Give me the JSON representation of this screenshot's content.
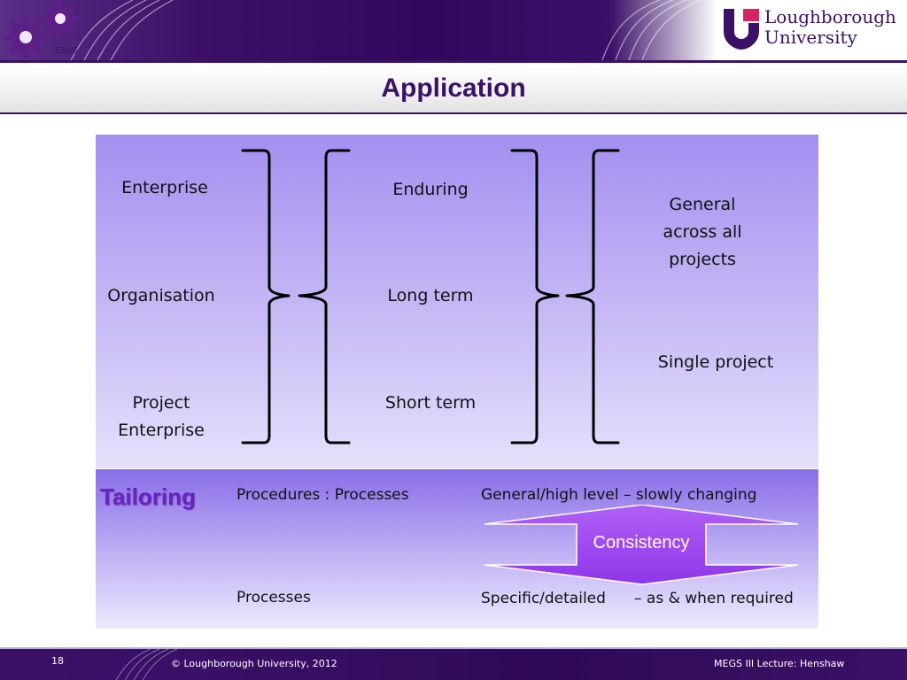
{
  "header": {
    "badge": "ESoS",
    "university_line1": "Loughborough",
    "university_line2": "University",
    "colors": {
      "brand": "#3b1066",
      "logo_square": "#d6245c"
    }
  },
  "slide": {
    "title": "Application"
  },
  "upper": {
    "col1": [
      "Enterprise",
      "Organisation",
      "Project\nEnterprise"
    ],
    "col2": [
      "Enduring",
      "Long term",
      "Short term"
    ],
    "col3": [
      "General\nacross all\nprojects",
      "Single project"
    ]
  },
  "lower": {
    "heading": "Tailoring",
    "left_top": "Procedures : Processes",
    "left_bottom": "Processes",
    "right_top": "General/high level – slowly changing",
    "right_bottom_a": "Specific/detailed",
    "right_bottom_b": "– as & when required",
    "arrow_label": "Consistency",
    "colors": {
      "arrow": "#9b3df0",
      "heading": "#6a1fc9"
    }
  },
  "footer": {
    "slide_number": "18",
    "copyright": "© Loughborough University, 2012",
    "lecture": "MEGS III Lecture: Henshaw"
  },
  "icons": [
    "gear-icon",
    "university-shield-icon",
    "double-headed-arrow-icon"
  ]
}
